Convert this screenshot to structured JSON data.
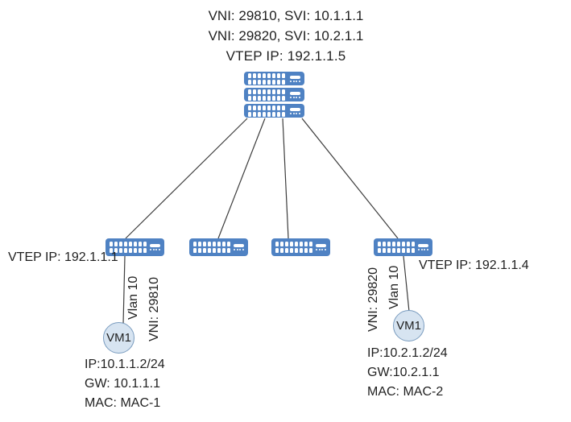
{
  "colors": {
    "switch_blue": "#4f82c3",
    "port_white": "#ffffff",
    "vm_fill": "#d7e4f1",
    "vm_stroke": "#7a9cbf",
    "line": "#3d3d3d",
    "text": "#1f1f1f"
  },
  "diagram": {
    "spine": {
      "label1": "VNI: 29810, SVI: 10.1.1.1",
      "label2": "VNI: 29820, SVI: 10.2.1.1",
      "vtep": "VTEP IP: 192.1.1.5"
    },
    "leaf1": {
      "vtep": "VTEP IP: 192.1.1.1"
    },
    "leaf4": {
      "vtep": "VTEP IP: 192.1.1.4"
    },
    "left_host": {
      "vlan": "Vlan 10",
      "vni": "VNI: 29810",
      "vm": "VM1",
      "ip": "IP:10.1.1.2/24",
      "gw": "GW: 10.1.1.1",
      "mac": "MAC: MAC-1"
    },
    "right_host": {
      "vni": "VNI: 29820",
      "vlan": "Vlan 10",
      "vm": "VM1",
      "ip": "IP:10.2.1.2/24",
      "gw": "GW:10.2.1.1",
      "mac": "MAC: MAC-2"
    }
  }
}
